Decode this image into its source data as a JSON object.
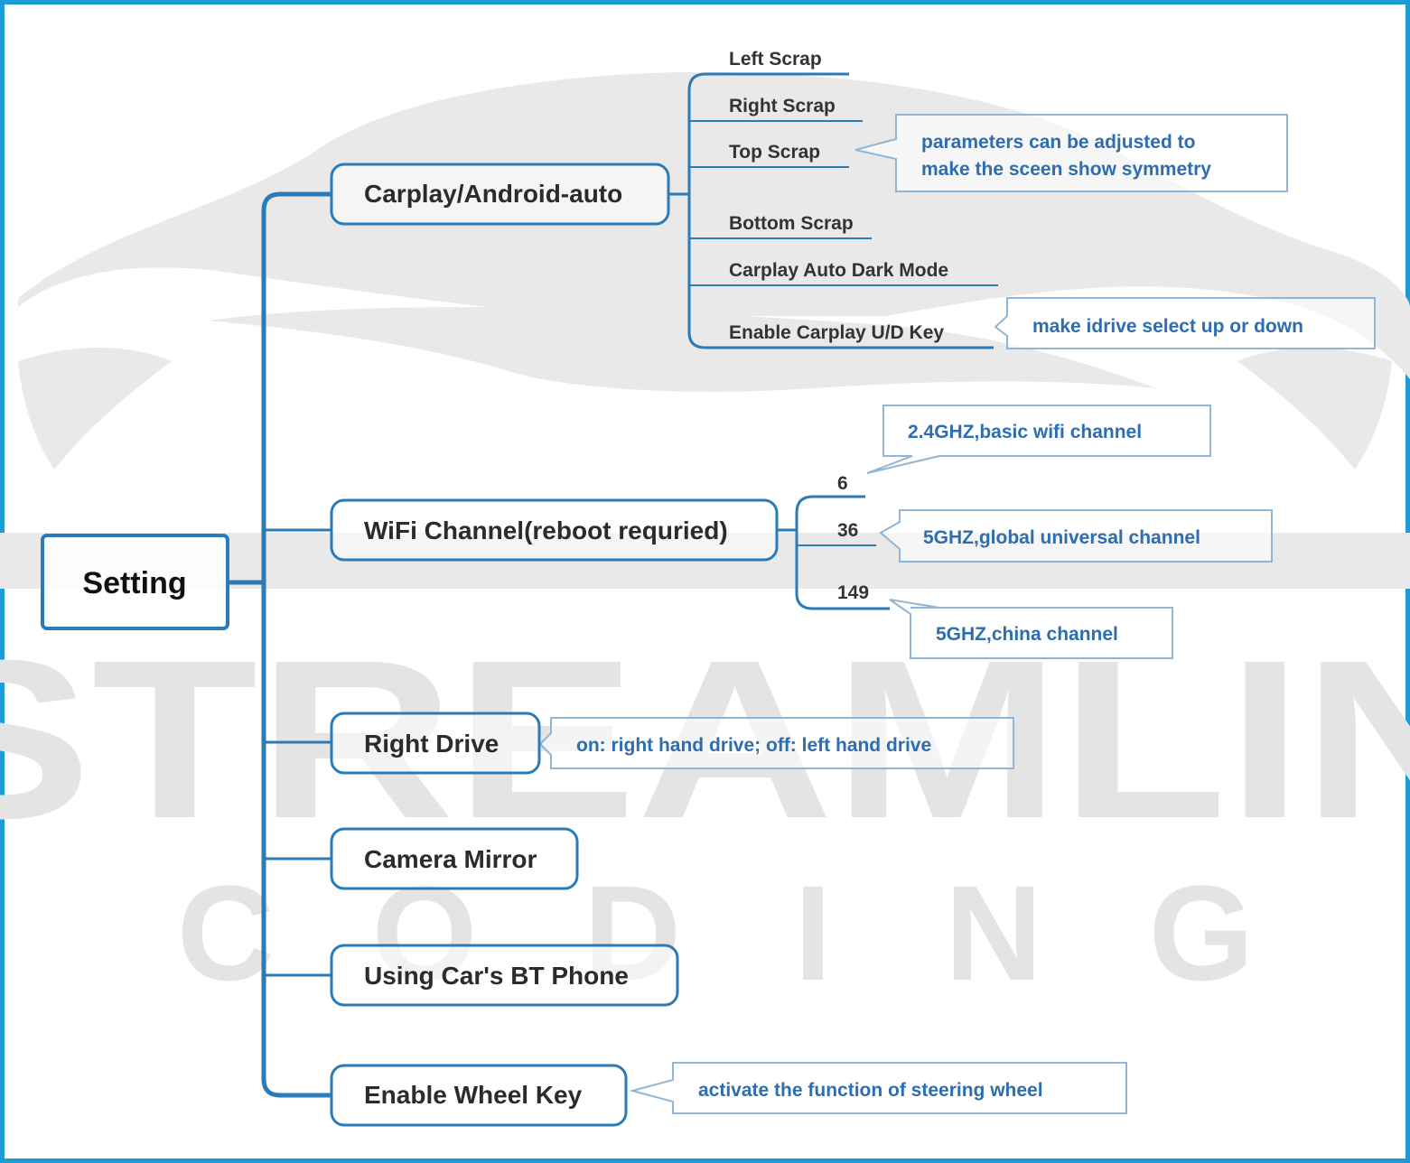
{
  "watermark": {
    "line1": "STREAMLIN",
    "line2": [
      "C",
      "O",
      "D",
      "I",
      "N",
      "G"
    ]
  },
  "root": {
    "label": "Setting"
  },
  "branches": {
    "carplay": {
      "label": "Carplay/Android-auto",
      "items": [
        "Left Scrap",
        "Right Scrap",
        "Top Scrap",
        "Bottom Scrap",
        "Carplay Auto Dark Mode",
        "Enable Carplay U/D Key"
      ],
      "note_symmetry": [
        "parameters can be adjusted to",
        "make the sceen show symmetry"
      ],
      "note_udkey": "make idrive select up or down"
    },
    "wifi": {
      "label": "WiFi Channel(reboot requried)",
      "channels": [
        "6",
        "36",
        "149"
      ],
      "notes": [
        "2.4GHZ,basic  wifi channel",
        "5GHZ,global universal channel",
        "5GHZ,china channel"
      ]
    },
    "right_drive": {
      "label": "Right Drive",
      "note": "on: right hand drive; off: left hand drive"
    },
    "camera_mirror": {
      "label": "Camera Mirror"
    },
    "bt_phone": {
      "label": "Using Car's BT Phone"
    },
    "wheel_key": {
      "label": "Enable Wheel Key",
      "note": "activate the function of steering wheel"
    }
  },
  "colors": {
    "frame": "#1e9ad6",
    "line": "#2a7bb8",
    "note_text": "#2d6db0",
    "watermark": "#e4e4e4"
  }
}
